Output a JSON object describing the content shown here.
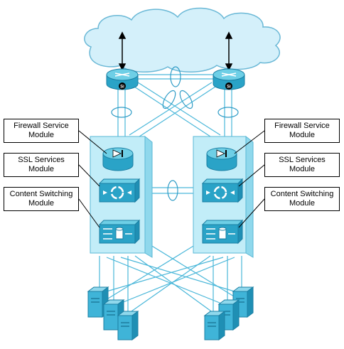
{
  "labels": {
    "left": {
      "firewall": {
        "line1": "Firewall Service",
        "line2": "Module"
      },
      "ssl": {
        "line1": "SSL Services",
        "line2": "Module"
      },
      "content": {
        "line1": "Content Switching",
        "line2": "Module"
      }
    },
    "right": {
      "firewall": {
        "line1": "Firewall Service",
        "line2": "Module"
      },
      "ssl": {
        "line1": "SSL Services",
        "line2": "Module"
      },
      "content": {
        "line1": "Content Switching",
        "line2": "Module"
      }
    }
  },
  "router_badge": "Si",
  "colors": {
    "device": "#6ecfe6",
    "device_light": "#bfeaf6",
    "device_dark": "#2aa3c7",
    "chassis": "#c2edf8",
    "chassis_shade": "#8fd8ec",
    "cloud": "#d4f0fa",
    "link": "#4ab7d9"
  },
  "icons": {
    "cloud": "cloud-icon",
    "router": "router-icon",
    "firewall": "firewall-play-icon",
    "ssl": "ssl-cycle-icon",
    "content": "content-switch-icon",
    "server": "server-icon"
  }
}
